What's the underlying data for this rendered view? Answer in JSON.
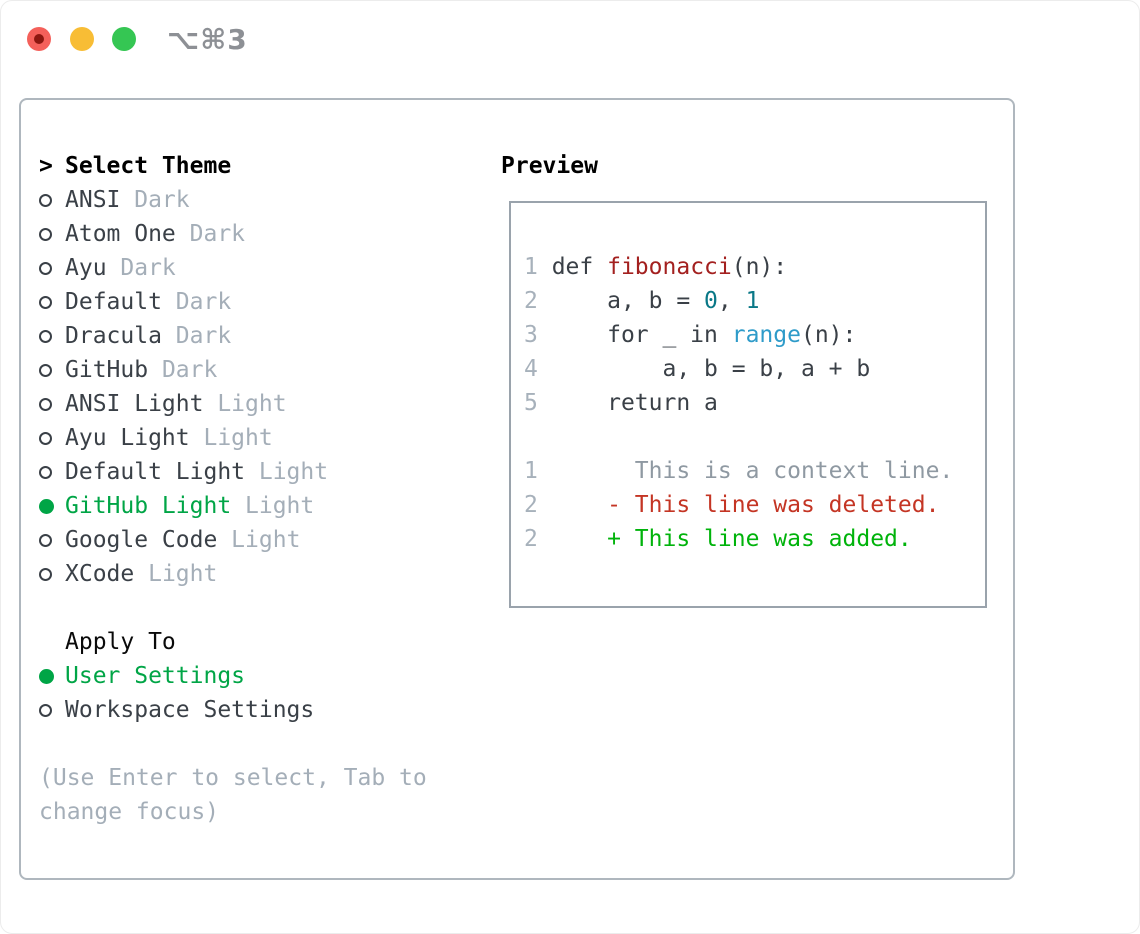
{
  "window": {
    "title_shortcut": "⌥⌘3"
  },
  "traffic_lights": [
    "close",
    "minimize",
    "zoom"
  ],
  "theme_picker": {
    "title_prefix": ">",
    "title": "Select Theme",
    "items": [
      {
        "name": "ANSI",
        "variant": "Dark",
        "selected": false
      },
      {
        "name": "Atom One",
        "variant": "Dark",
        "selected": false
      },
      {
        "name": "Ayu",
        "variant": "Dark",
        "selected": false
      },
      {
        "name": "Default",
        "variant": "Dark",
        "selected": false
      },
      {
        "name": "Dracula",
        "variant": "Dark",
        "selected": false
      },
      {
        "name": "GitHub",
        "variant": "Dark",
        "selected": false
      },
      {
        "name": "ANSI Light",
        "variant": "Light",
        "selected": false
      },
      {
        "name": "Ayu Light",
        "variant": "Light",
        "selected": false
      },
      {
        "name": "Default Light",
        "variant": "Light",
        "selected": false
      },
      {
        "name": "GitHub Light",
        "variant": "Light",
        "selected": true
      },
      {
        "name": "Google Code",
        "variant": "Light",
        "selected": false
      },
      {
        "name": "XCode",
        "variant": "Light",
        "selected": false
      }
    ],
    "apply_to": {
      "label": "Apply To",
      "options": [
        {
          "name": "User Settings",
          "selected": true
        },
        {
          "name": "Workspace Settings",
          "selected": false
        }
      ]
    },
    "hint": "(Use Enter to select, Tab to change focus)"
  },
  "preview": {
    "title": "Preview",
    "lines": [
      {
        "n": "1",
        "s": [
          [
            " def ",
            "pl"
          ],
          [
            "fibonacci",
            "fn"
          ],
          [
            "(n):",
            "pl"
          ]
        ]
      },
      {
        "n": "2",
        "s": [
          [
            "     a, b = ",
            "pl"
          ],
          [
            "0",
            "nm"
          ],
          [
            ", ",
            "pl"
          ],
          [
            "1",
            "nm"
          ]
        ]
      },
      {
        "n": "3",
        "s": [
          [
            "     for _ in ",
            "pl"
          ],
          [
            "range",
            "cl"
          ],
          [
            "(n):",
            "pl"
          ]
        ]
      },
      {
        "n": "4",
        "s": [
          [
            "         a, b = b, a + b",
            "pl"
          ]
        ]
      },
      {
        "n": "5",
        "s": [
          [
            "     return a",
            "pl"
          ]
        ]
      },
      {
        "n": "",
        "s": []
      },
      {
        "n": "1",
        "s": [
          [
            "       This is a context line.",
            "ctx"
          ]
        ]
      },
      {
        "n": "2",
        "s": [
          [
            "     - This line was deleted.",
            "del"
          ]
        ]
      },
      {
        "n": "2",
        "s": [
          [
            "     + This line was added.",
            "add"
          ]
        ]
      }
    ]
  },
  "colors": {
    "selection-green": "#00a546",
    "added-green": "#00b30b",
    "deleted-red": "#c43524",
    "function-red": "#a3201f",
    "number-teal": "#0a7887",
    "call-blue": "#2e9bc9",
    "text-dark": "#3a4047",
    "muted-gray": "#a4aeb8",
    "line-number-gray": "#a7b1bb",
    "context-gray": "#8f99a2",
    "panel-border": "#afb7be",
    "preview-border": "#9aa3ac",
    "title-gray": "#8d9095",
    "light-red": "#f4605a",
    "light-red-dot": "#8c1710",
    "light-yellow": "#f8bd35",
    "light-green": "#35c653"
  }
}
